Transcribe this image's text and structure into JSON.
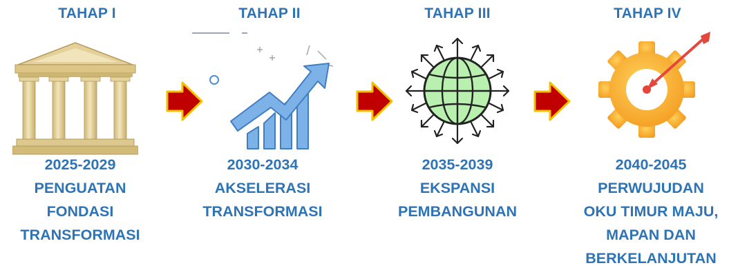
{
  "stages": [
    {
      "title": "TAHAP I",
      "icon": "greek-temple-icon",
      "years": "2025-2029",
      "lines": [
        "PENGUATAN",
        "FONDASI",
        "TRANSFORMASI"
      ]
    },
    {
      "title": "TAHAP II",
      "icon": "growth-chart-icon",
      "years": "2030-2034",
      "lines": [
        "AKSELERASI",
        "TRANSFORMASI"
      ]
    },
    {
      "title": "TAHAP III",
      "icon": "globe-expansion-icon",
      "years": "2035-2039",
      "lines": [
        "EKSPANSI",
        "PEMBANGUNAN"
      ]
    },
    {
      "title": "TAHAP IV",
      "icon": "gear-target-icon",
      "years": "2040-2045",
      "lines": [
        "PERWUJUDAN",
        "OKU TIMUR MAJU,",
        "MAPAN DAN",
        "BERKELANJUTAN"
      ]
    }
  ],
  "colors": {
    "text": "#2E74B5",
    "arrow_fill": "#C00000",
    "arrow_outline": "#F2C200",
    "column": "#E9D9A6",
    "globe": "#B9F0B0",
    "gear": "#F7B531",
    "chart": "#7DB2E8"
  }
}
